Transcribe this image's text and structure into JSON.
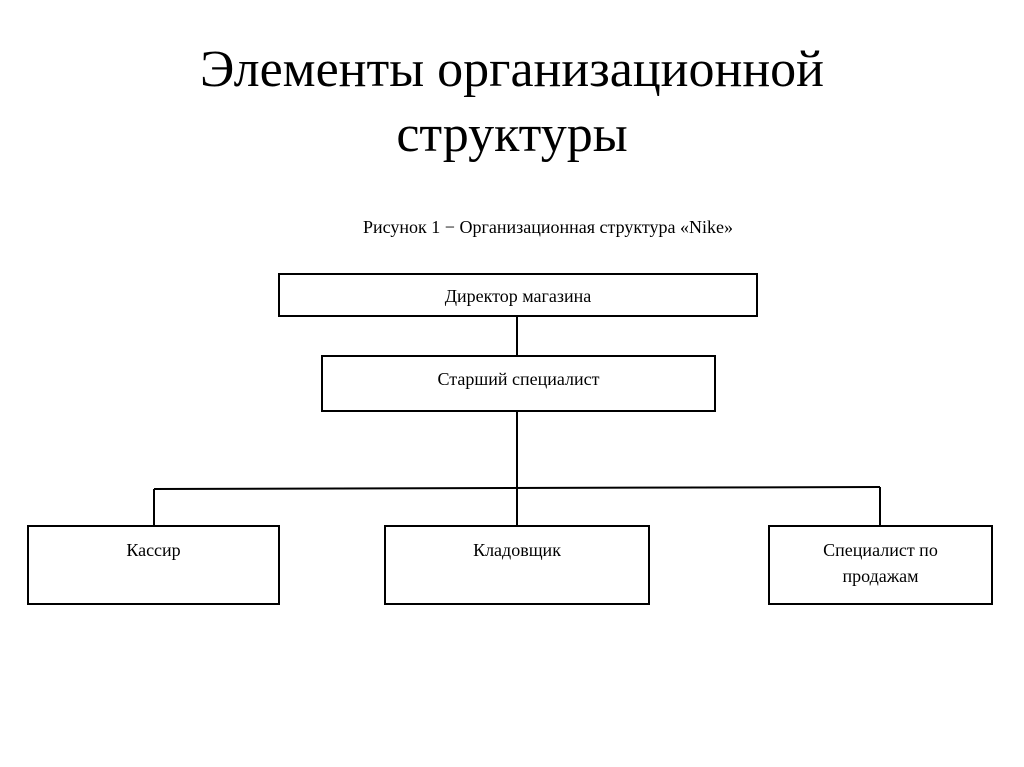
{
  "title": {
    "line1": "Элементы организационной",
    "line2": "структуры"
  },
  "caption": "Рисунок 1 − Организационная структура «Nike»",
  "nodes": {
    "director": "Директор магазина",
    "senior": "Старший специалист",
    "cashier": "Кассир",
    "storekeeper": "Кладовщик",
    "sales_line1": "Специалист по",
    "sales_line2": "продажам"
  }
}
